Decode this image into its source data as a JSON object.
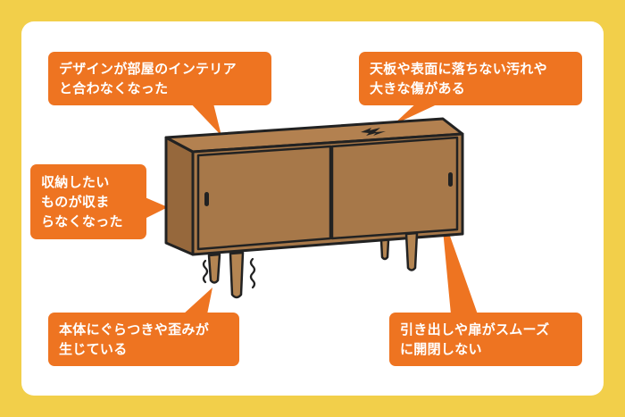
{
  "colors": {
    "background": "#f2cf4a",
    "card": "#ffffff",
    "callout": "#ee7421",
    "callout_text": "#ffffff",
    "wood_front": "#a77849",
    "wood_top": "#b38150",
    "wood_side": "#96683c",
    "outline": "#222222"
  },
  "callouts": {
    "design_mismatch": "デザインが部屋のインテリア\nと合わなくなった",
    "top_damage": "天板や表面に落ちない汚れや\n大きな傷がある",
    "storage_full": "収納したい\nものが収ま\nらなくなった",
    "wobble": "本体にぐらつきや歪みが\n生じている",
    "drawer_stuck": "引き出しや扉がスムーズ\nに開閉しない"
  },
  "icons": {
    "crack": "crack-icon",
    "wobble": "wobble-lines-icon",
    "handle": "door-handle-icon"
  }
}
